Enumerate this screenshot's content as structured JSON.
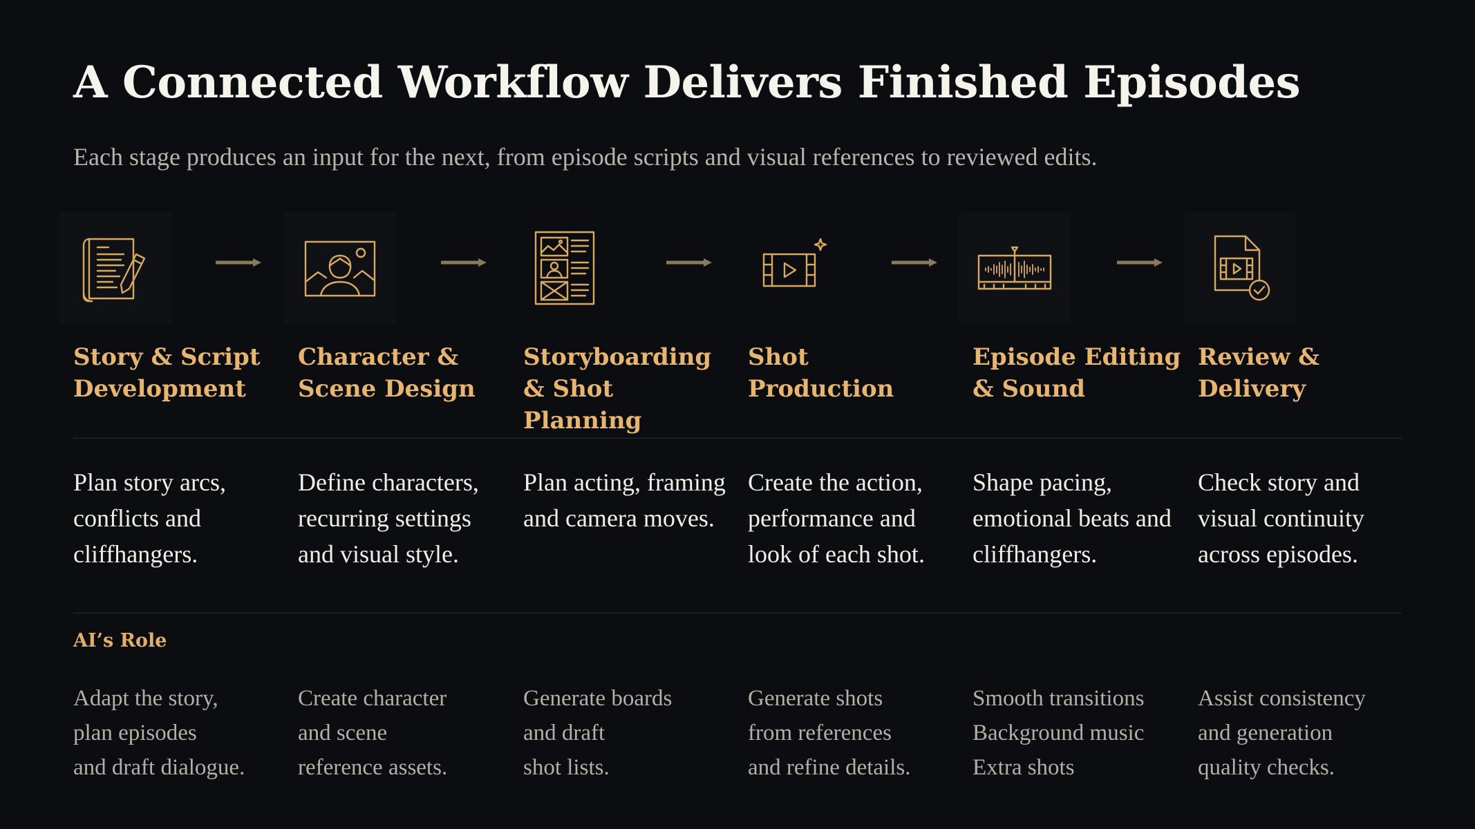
{
  "title": "A Connected Workflow Delivers Finished Episodes",
  "subtitle": "Each stage produces an input for the next, from episode scripts and visual references to reviewed edits.",
  "ai_role_label": "AI’s Role",
  "colors": {
    "accent": "#e8b56f",
    "background": "#0b0d10",
    "arrow": "#8a7a5e"
  },
  "stages": [
    {
      "icon": "script-icon",
      "title_lines": [
        "Story & Script",
        "Development"
      ],
      "description": "Plan story arcs, conflicts and cliffhangers.",
      "ai_lines": [
        "Adapt the story,",
        "plan episodes",
        "and draft dialogue."
      ]
    },
    {
      "icon": "character-portrait-icon",
      "title_lines": [
        "Character &",
        "Scene Design"
      ],
      "description": "Define characters, recurring settings and visual style.",
      "ai_lines": [
        "Create character",
        "and scene",
        "reference assets."
      ]
    },
    {
      "icon": "storyboard-icon",
      "title_lines": [
        "Storyboarding",
        "& Shot Planning"
      ],
      "description": "Plan acting, framing and camera moves.",
      "ai_lines": [
        "Generate boards",
        "and draft",
        "shot lists."
      ]
    },
    {
      "icon": "film-play-icon",
      "title_lines": [
        "Shot",
        "Production"
      ],
      "description": "Create the action, performance and look of each shot.",
      "ai_lines": [
        "Generate shots",
        "from references",
        "and refine details."
      ]
    },
    {
      "icon": "audio-timeline-icon",
      "title_lines": [
        "Episode Editing",
        "& Sound"
      ],
      "description": "Shape pacing, emotional beats and cliffhangers.",
      "ai_lines": [
        "Smooth transitions",
        "Background music",
        "Extra shots"
      ]
    },
    {
      "icon": "video-file-check-icon",
      "title_lines": [
        "Review &",
        "Delivery"
      ],
      "description": "Check story and visual continuity across episodes.",
      "ai_lines": [
        "Assist consistency",
        "and generation",
        "quality checks."
      ]
    }
  ]
}
